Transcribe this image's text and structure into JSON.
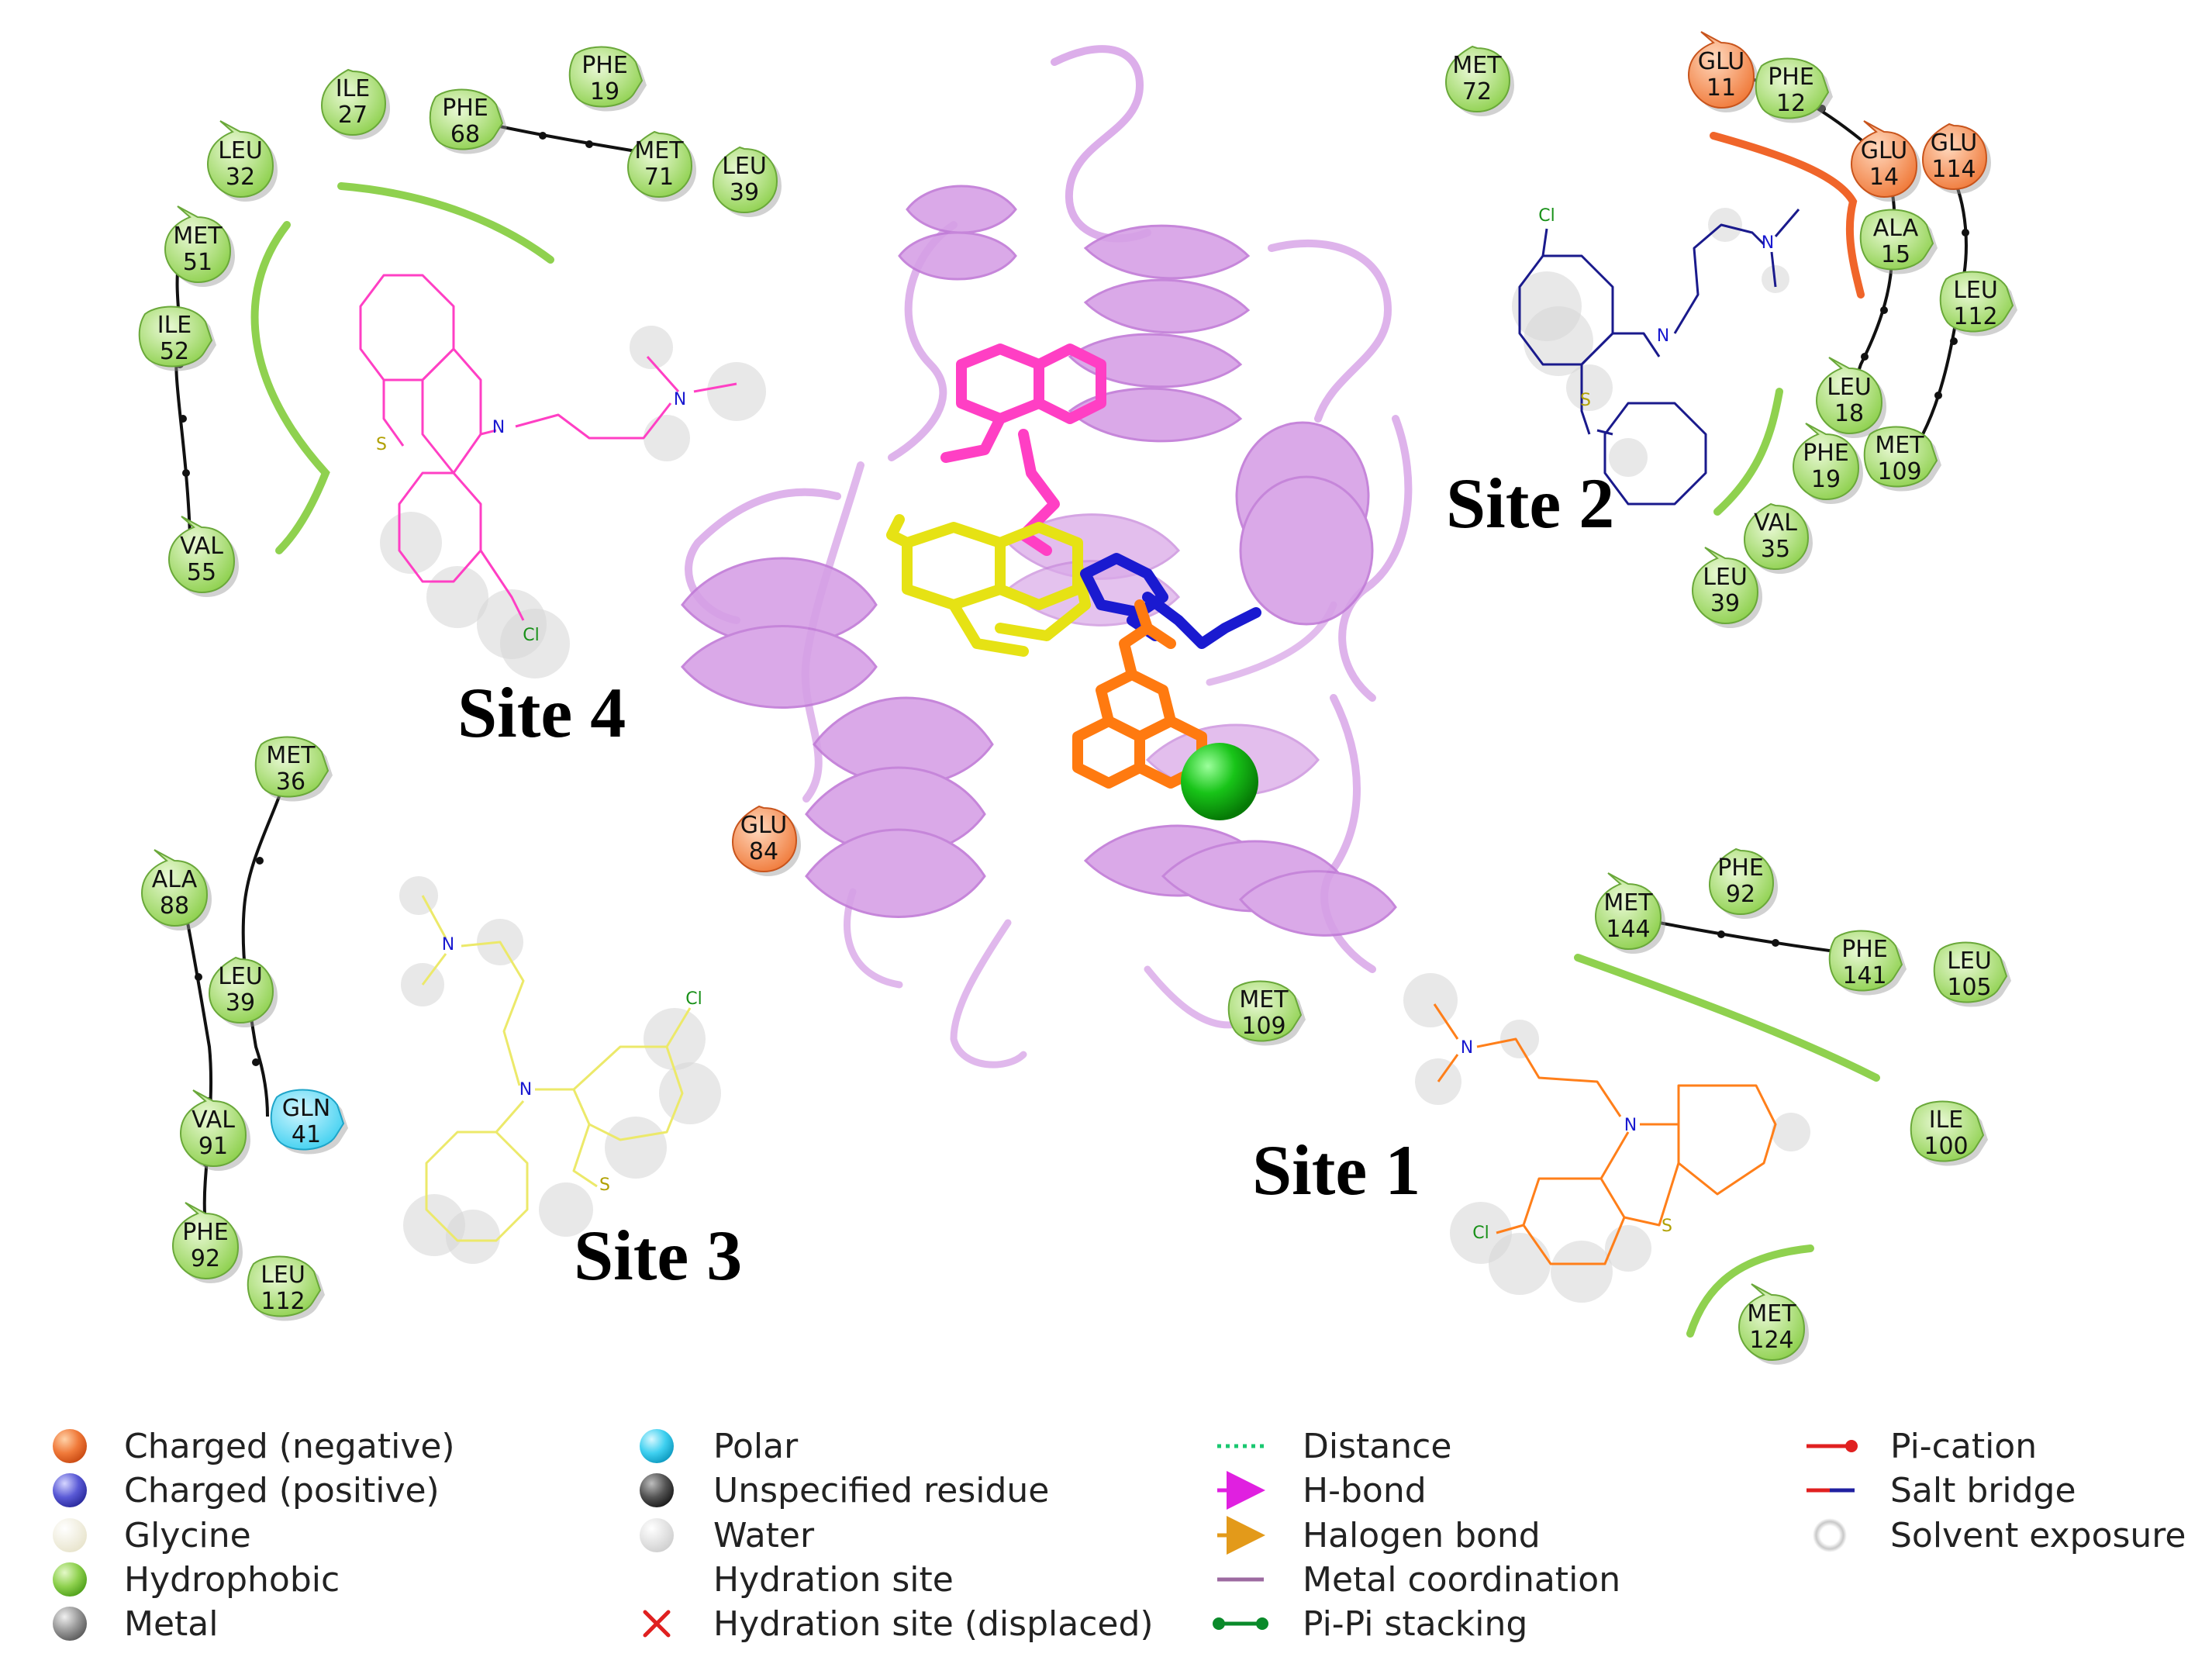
{
  "sites": {
    "site1": "Site 1",
    "site2": "Site 2",
    "site3": "Site 3",
    "site4": "Site 4"
  },
  "residues": {
    "s4_ile27": {
      "name": "ILE",
      "num": "27",
      "type": "hydrophobic"
    },
    "s4_phe68": {
      "name": "PHE",
      "num": "68",
      "type": "hydrophobic"
    },
    "s4_phe19": {
      "name": "PHE",
      "num": "19",
      "type": "hydrophobic"
    },
    "s4_leu32": {
      "name": "LEU",
      "num": "32",
      "type": "hydrophobic"
    },
    "s4_met71": {
      "name": "MET",
      "num": "71",
      "type": "hydrophobic"
    },
    "s4_leu39": {
      "name": "LEU",
      "num": "39",
      "type": "hydrophobic"
    },
    "s4_met51": {
      "name": "MET",
      "num": "51",
      "type": "hydrophobic"
    },
    "s4_ile52": {
      "name": "ILE",
      "num": "52",
      "type": "hydrophobic"
    },
    "s4_val55": {
      "name": "VAL",
      "num": "55",
      "type": "hydrophobic"
    },
    "s2_met72": {
      "name": "MET",
      "num": "72",
      "type": "hydrophobic"
    },
    "s2_glu11": {
      "name": "GLU",
      "num": "11",
      "type": "negative"
    },
    "s2_phe12": {
      "name": "PHE",
      "num": "12",
      "type": "hydrophobic"
    },
    "s2_glu14": {
      "name": "GLU",
      "num": "14",
      "type": "negative"
    },
    "s2_glu114": {
      "name": "GLU",
      "num": "114",
      "type": "negative"
    },
    "s2_ala15": {
      "name": "ALA",
      "num": "15",
      "type": "hydrophobic"
    },
    "s2_leu112": {
      "name": "LEU",
      "num": "112",
      "type": "hydrophobic"
    },
    "s2_leu18": {
      "name": "LEU",
      "num": "18",
      "type": "hydrophobic"
    },
    "s2_phe19": {
      "name": "PHE",
      "num": "19",
      "type": "hydrophobic"
    },
    "s2_met109": {
      "name": "MET",
      "num": "109",
      "type": "hydrophobic"
    },
    "s2_val35": {
      "name": "VAL",
      "num": "35",
      "type": "hydrophobic"
    },
    "s2_leu39": {
      "name": "LEU",
      "num": "39",
      "type": "hydrophobic"
    },
    "s3_met36": {
      "name": "MET",
      "num": "36",
      "type": "hydrophobic"
    },
    "s3_ala88": {
      "name": "ALA",
      "num": "88",
      "type": "hydrophobic"
    },
    "s3_leu39": {
      "name": "LEU",
      "num": "39",
      "type": "hydrophobic"
    },
    "s3_val91": {
      "name": "VAL",
      "num": "91",
      "type": "hydrophobic"
    },
    "s3_gln41": {
      "name": "GLN",
      "num": "41",
      "type": "polar"
    },
    "s3_phe92": {
      "name": "PHE",
      "num": "92",
      "type": "hydrophobic"
    },
    "s3_leu112": {
      "name": "LEU",
      "num": "112",
      "type": "hydrophobic"
    },
    "c_glu84": {
      "name": "GLU",
      "num": "84",
      "type": "negative"
    },
    "s1_phe92": {
      "name": "PHE",
      "num": "92",
      "type": "hydrophobic"
    },
    "s1_met144": {
      "name": "MET",
      "num": "144",
      "type": "hydrophobic"
    },
    "s1_phe141": {
      "name": "PHE",
      "num": "141",
      "type": "hydrophobic"
    },
    "s1_leu105": {
      "name": "LEU",
      "num": "105",
      "type": "hydrophobic"
    },
    "s1_met109": {
      "name": "MET",
      "num": "109",
      "type": "hydrophobic"
    },
    "s1_ile100": {
      "name": "ILE",
      "num": "100",
      "type": "hydrophobic"
    },
    "s1_met124": {
      "name": "MET",
      "num": "124",
      "type": "hydrophobic"
    }
  },
  "atoms": {
    "n": "N",
    "s": "S",
    "cl": "Cl"
  },
  "legend": {
    "col1": [
      "Charged (negative)",
      "Charged (positive)",
      "Glycine",
      "Hydrophobic",
      "Metal"
    ],
    "col2": [
      "Polar",
      "Unspecified residue",
      "Water",
      "Hydration site",
      "Hydration site (displaced)"
    ],
    "col3": [
      "Distance",
      "H-bond",
      "Halogen bond",
      "Metal coordination",
      "Pi-Pi stacking"
    ],
    "col4": [
      "Pi-cation",
      "Salt bridge",
      "Solvent exposure"
    ]
  },
  "colors": {
    "hydrophobic": "#8fd14f",
    "negative": "#f07a3a",
    "positive": "#5a5ad6",
    "polar": "#3fd0f0",
    "glycine": "#f4f2e4",
    "metal": "#9a9a9a",
    "unspecified": "#555555",
    "water": "#dcdcdc",
    "protein": "#d6a0e6",
    "ligand_site1": "#ff7f1a",
    "ligand_site2": "#1a1a8c",
    "ligand_site3": "#ece96a",
    "ligand_site4": "#ff3fc4",
    "calcium": "#18c418"
  }
}
